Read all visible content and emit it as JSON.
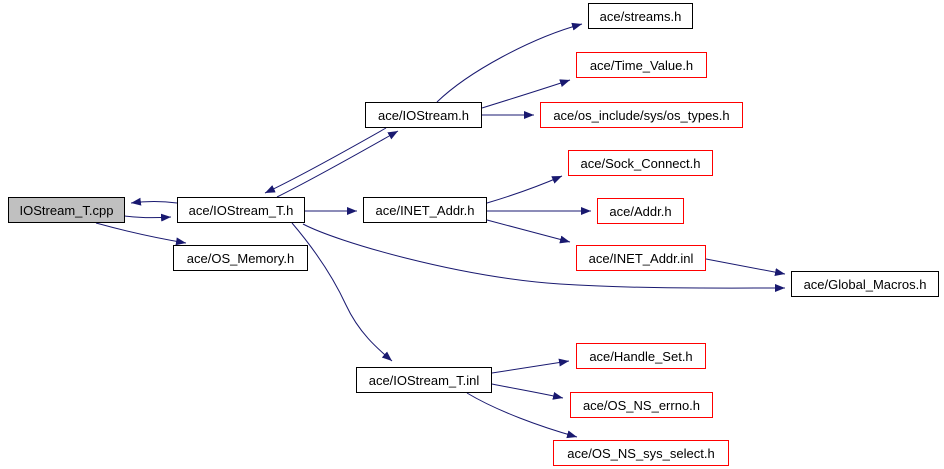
{
  "graph": {
    "type": "include-dependency-graph",
    "colors": {
      "edge": "#191970",
      "internal_node_border": "#000000",
      "external_node_border": "#ff0000",
      "current_node_fill": "#c0c0c0",
      "node_fill": "#ffffff",
      "text": "#000000",
      "background": "#ffffff"
    },
    "nodes": [
      {
        "id": "IOStream_T.cpp",
        "label": "IOStream_T.cpp",
        "role": "current"
      },
      {
        "id": "ace/IOStream_T.h",
        "label": "ace/IOStream_T.h",
        "role": "internal"
      },
      {
        "id": "ace/OS_Memory.h",
        "label": "ace/OS_Memory.h",
        "role": "internal"
      },
      {
        "id": "ace/IOStream.h",
        "label": "ace/IOStream.h",
        "role": "internal"
      },
      {
        "id": "ace/streams.h",
        "label": "ace/streams.h",
        "role": "internal"
      },
      {
        "id": "ace/Time_Value.h",
        "label": "ace/Time_Value.h",
        "role": "external"
      },
      {
        "id": "ace/os_include/sys/os_types.h",
        "label": "ace/os_include/sys/os_types.h",
        "role": "external"
      },
      {
        "id": "ace/Sock_Connect.h",
        "label": "ace/Sock_Connect.h",
        "role": "external"
      },
      {
        "id": "ace/INET_Addr.h",
        "label": "ace/INET_Addr.h",
        "role": "internal"
      },
      {
        "id": "ace/Addr.h",
        "label": "ace/Addr.h",
        "role": "external"
      },
      {
        "id": "ace/INET_Addr.inl",
        "label": "ace/INET_Addr.inl",
        "role": "external"
      },
      {
        "id": "ace/Global_Macros.h",
        "label": "ace/Global_Macros.h",
        "role": "internal"
      },
      {
        "id": "ace/IOStream_T.inl",
        "label": "ace/IOStream_T.inl",
        "role": "internal"
      },
      {
        "id": "ace/Handle_Set.h",
        "label": "ace/Handle_Set.h",
        "role": "external"
      },
      {
        "id": "ace/OS_NS_errno.h",
        "label": "ace/OS_NS_errno.h",
        "role": "external"
      },
      {
        "id": "ace/OS_NS_sys_select.h",
        "label": "ace/OS_NS_sys_select.h",
        "role": "external"
      }
    ],
    "edges": [
      {
        "from": "ace/IOStream_T.h",
        "to": "IOStream_T.cpp"
      },
      {
        "from": "IOStream_T.cpp",
        "to": "ace/IOStream_T.h"
      },
      {
        "from": "IOStream_T.cpp",
        "to": "ace/OS_Memory.h"
      },
      {
        "from": "ace/IOStream.h",
        "to": "ace/IOStream_T.h"
      },
      {
        "from": "ace/IOStream_T.h",
        "to": "ace/IOStream.h"
      },
      {
        "from": "ace/IOStream.h",
        "to": "ace/streams.h"
      },
      {
        "from": "ace/IOStream.h",
        "to": "ace/Time_Value.h"
      },
      {
        "from": "ace/IOStream.h",
        "to": "ace/os_include/sys/os_types.h"
      },
      {
        "from": "ace/IOStream_T.h",
        "to": "ace/INET_Addr.h"
      },
      {
        "from": "ace/INET_Addr.h",
        "to": "ace/Sock_Connect.h"
      },
      {
        "from": "ace/INET_Addr.h",
        "to": "ace/Addr.h"
      },
      {
        "from": "ace/INET_Addr.h",
        "to": "ace/INET_Addr.inl"
      },
      {
        "from": "ace/INET_Addr.inl",
        "to": "ace/Global_Macros.h"
      },
      {
        "from": "ace/IOStream_T.h",
        "to": "ace/Global_Macros.h"
      },
      {
        "from": "ace/IOStream_T.h",
        "to": "ace/IOStream_T.inl"
      },
      {
        "from": "ace/IOStream_T.inl",
        "to": "ace/Handle_Set.h"
      },
      {
        "from": "ace/IOStream_T.inl",
        "to": "ace/OS_NS_errno.h"
      },
      {
        "from": "ace/IOStream_T.inl",
        "to": "ace/OS_NS_sys_select.h"
      }
    ]
  }
}
